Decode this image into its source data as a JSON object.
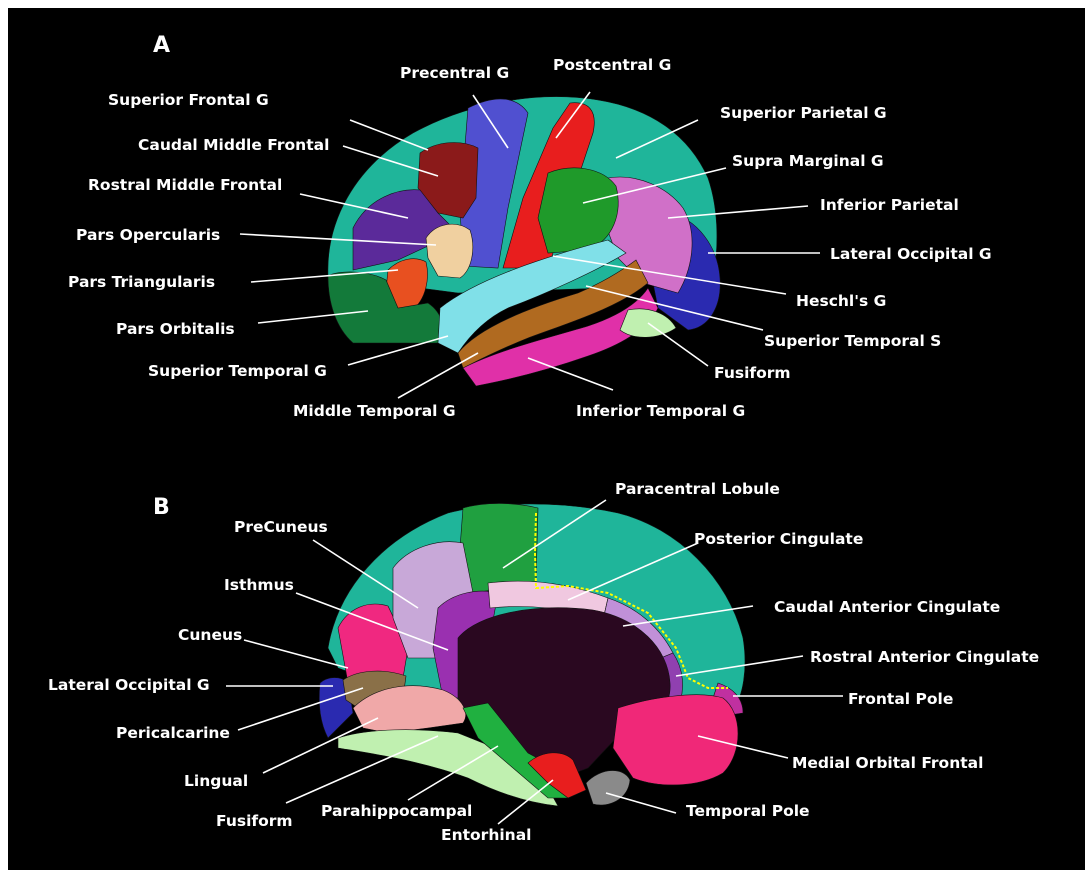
{
  "panels": {
    "a": "A",
    "b": "B"
  },
  "colors": {
    "background": "#000000",
    "superior_frontal": "#1fb59a",
    "caudal_middle_frontal": "#8b1a1a",
    "rostral_middle_frontal": "#5b2a9a",
    "precentral": "#5050d0",
    "postcentral": "#e81e1e",
    "supra_marginal": "#1f9a2a",
    "inferior_parietal": "#d070c8",
    "lateral_occipital": "#2a2ab0",
    "pars_opercularis": "#f0d0a0",
    "pars_triangularis": "#e85020",
    "pars_orbitalis": "#137a3a",
    "superior_temporal": "#80e0e8",
    "middle_temporal": "#b06a20",
    "inferior_temporal": "#e030a8",
    "fusiform": "#c0f0b0",
    "medial_wall": "#2a0820",
    "precuneus": "#c8a8d8",
    "isthmus": "#9a30b0",
    "cuneus": "#f02880",
    "pericalcarine": "#8a7048",
    "lingual": "#f0a8a8",
    "parahippocampal": "#20b040",
    "entorhinal": "#e81e1e",
    "temporal_pole": "#8a8a8a",
    "medial_orbital_frontal": "#f02878",
    "posterior_cingulate": "#f0c8e0",
    "caudal_anterior_cingulate": "#c090d8",
    "rostral_anterior_cingulate": "#9040b0",
    "frontal_pole": "#c030a0",
    "paracentral": "#20a040",
    "sulcus_line": "#ffff00"
  },
  "labels_a": {
    "superior_frontal": "Superior Frontal G",
    "caudal_middle_frontal": "Caudal Middle Frontal",
    "rostral_middle_frontal": "Rostral Middle Frontal",
    "pars_opercularis": "Pars Opercularis",
    "pars_triangularis": "Pars Triangularis",
    "pars_orbitalis": "Pars Orbitalis",
    "superior_temporal_g": "Superior Temporal G",
    "middle_temporal": "Middle Temporal G",
    "precentral": "Precentral G",
    "postcentral": "Postcentral G",
    "superior_parietal": "Superior Parietal G",
    "supra_marginal": "Supra Marginal G",
    "inferior_parietal": "Inferior Parietal",
    "lateral_occipital": "Lateral Occipital G",
    "heschl": "Heschl's G",
    "superior_temporal_s": "Superior Temporal S",
    "fusiform": "Fusiform",
    "inferior_temporal": "Inferior Temporal G"
  },
  "labels_b": {
    "precuneus": "PreCuneus",
    "isthmus": "Isthmus",
    "cuneus": "Cuneus",
    "lateral_occipital": "Lateral Occipital G",
    "pericalcarine": "Pericalcarine",
    "lingual": "Lingual",
    "fusiform": "Fusiform",
    "parahippocampal": "Parahippocampal",
    "entorhinal": "Entorhinal",
    "paracentral": "Paracentral Lobule",
    "posterior_cingulate": "Posterior Cingulate",
    "caudal_anterior_cingulate": "Caudal Anterior Cingulate",
    "rostral_anterior_cingulate": "Rostral Anterior Cingulate",
    "frontal_pole": "Frontal Pole",
    "medial_orbital_frontal": "Medial Orbital Frontal",
    "temporal_pole": "Temporal Pole"
  }
}
